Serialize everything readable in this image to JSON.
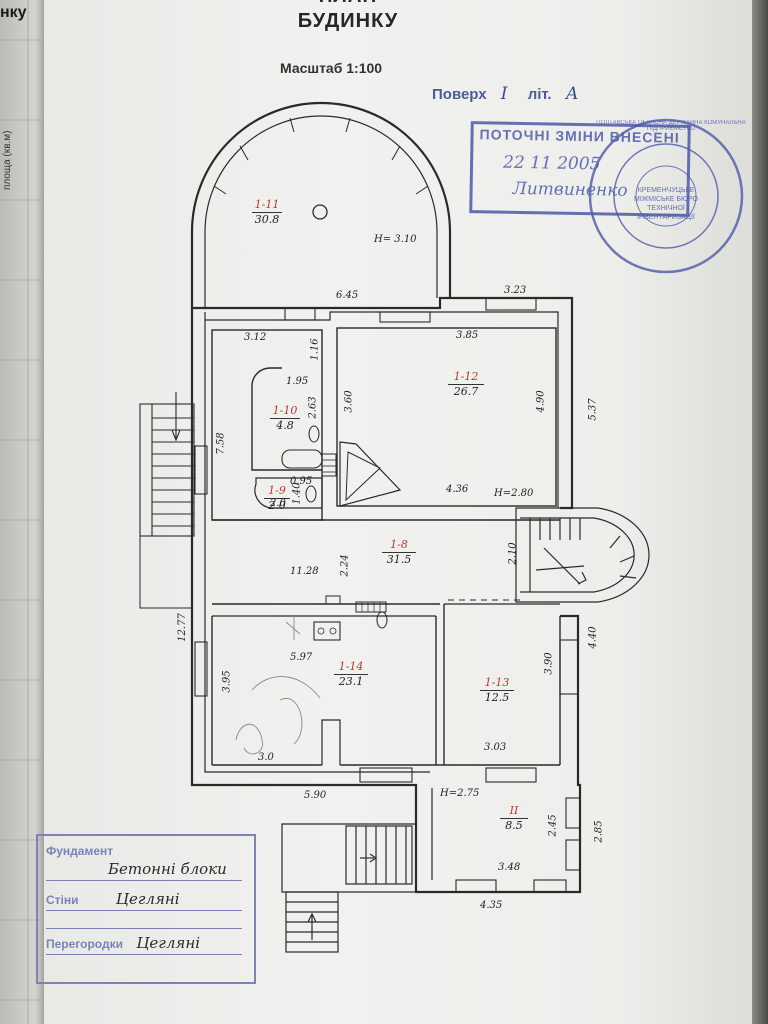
{
  "page": {
    "left_page_text": "нку",
    "left_page_vertical": "площа (кв.м)",
    "title_line_1": "ПЛАН",
    "title_line_2": "БУДИНКУ",
    "scale": "Масштаб 1:100",
    "floor_label": "Поверх",
    "floor_value": "I",
    "letter_label": "літ.",
    "letter_value": "А"
  },
  "stamp": {
    "title": "ПОТОЧНІ ЗМІНИ ВНЕСЕНІ",
    "date": "22  11  2005",
    "signature": "Литвиненко",
    "round_text": "ПОЛТАВСЬКА ОБЛАСНА ДЕРЖАВНА КОМУНАЛЬНА ПІДПРИЄМСТВО",
    "round_center": "КРЕМЕНЧУЦЬКЕ МІЖМІСЬКЕ БЮРО ТЕХНІЧНОЇ ІНВЕНТАРИЗАЦІЇ"
  },
  "rooms": [
    {
      "id": "1-11",
      "area": "30.8"
    },
    {
      "id": "1-12",
      "area": "26.7"
    },
    {
      "id": "1-10",
      "area": "4.8"
    },
    {
      "id": "1-9",
      "area": "2.0"
    },
    {
      "id": "1-8",
      "area": "31.5"
    },
    {
      "id": "1-14",
      "area": "23.1"
    },
    {
      "id": "1-13",
      "area": "12.5"
    },
    {
      "id": "II",
      "area": "8.5"
    }
  ],
  "heights": {
    "h1": "H= 3.10",
    "h2": "H=2.80",
    "h3": "H=2.75"
  },
  "dims": {
    "d645": "6.45",
    "d323": "3.23",
    "d312": "3.12",
    "d116": "1.16",
    "d385": "3.85",
    "d360": "3.60",
    "d490": "4.90",
    "d537": "5.37",
    "d195": "1.95",
    "d263": "2.63",
    "d758": "7.58",
    "d436": "4.36",
    "d095": "0.95",
    "d140": "1.40",
    "d224": "2.24",
    "d1128": "11.28",
    "d210": "2.10",
    "d1277": "12.77",
    "d597": "5.97",
    "d395": "3.95",
    "d390": "3.90",
    "d440": "4.40",
    "d30": "3.0",
    "d303": "3.03",
    "d590": "5.90",
    "d245": "2.45",
    "d285": "2.85",
    "d348": "3.48",
    "d435": "4.35",
    "d20": "2.0"
  },
  "legend": {
    "foundation_label": "Фундамент",
    "foundation_value": "Бетонні блоки",
    "walls_label": "Стіни",
    "walls_value": "Цегляні",
    "partitions_label": "Перегородки",
    "partitions_value": "Цегляні"
  }
}
